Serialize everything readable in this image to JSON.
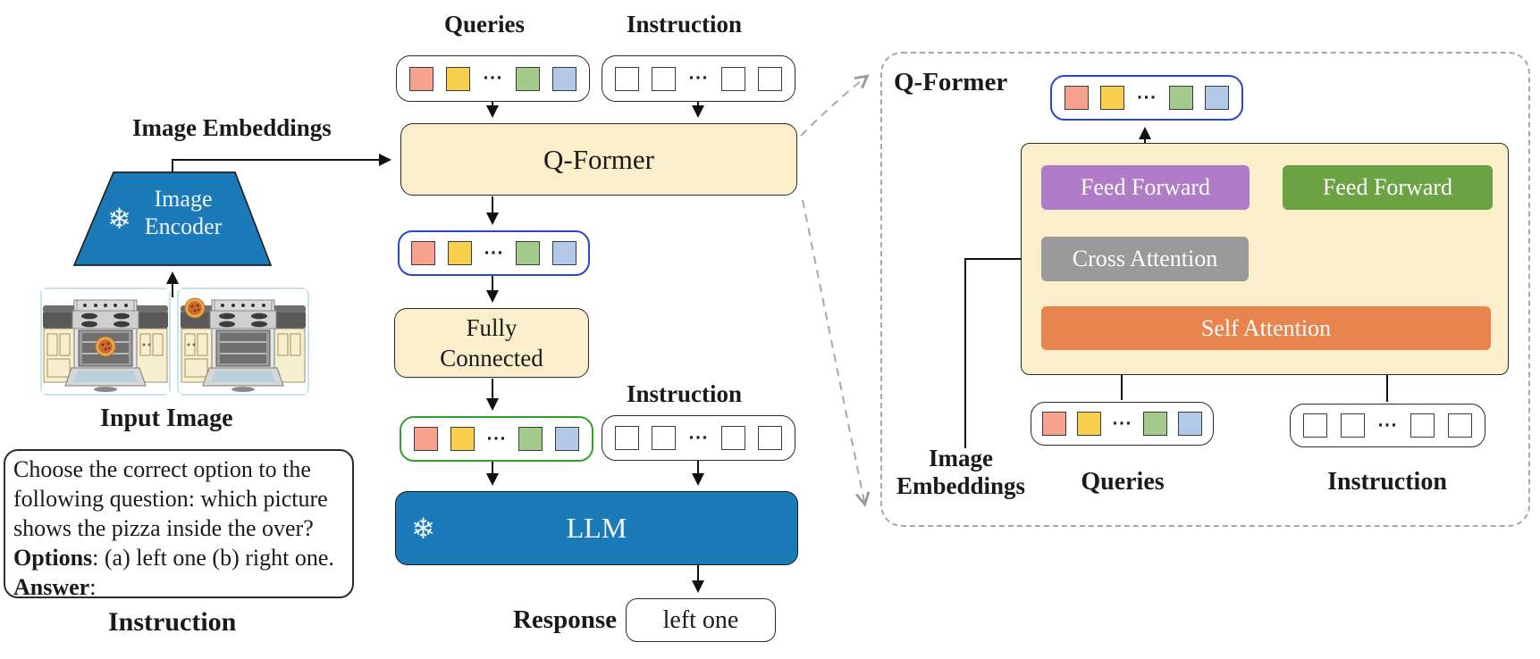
{
  "dots": "···",
  "colors": {
    "cream": "#faeecb",
    "frozen_blue": "#1b7ab8",
    "purple_box": "#b07cc7",
    "green_box": "#6ba344",
    "gray_box": "#9a9a9a",
    "orange_box": "#e8854f",
    "token_salmon": "#f7a28e",
    "token_yellow": "#f8d04d",
    "token_green": "#a5cb8c",
    "token_blue": "#b3c9e9",
    "blue_outline": "#2946d3",
    "green_outline": "#33a02c",
    "dashed_gray": "#a8a8a8"
  },
  "left": {
    "image_embeddings_label": "Image Embeddings",
    "encoder_snowflake": "❄",
    "image_encoder_label": "Image Encoder",
    "input_image_label": "Input Image",
    "instruction_box": {
      "line1": "Choose the correct option to the",
      "line2": "following question: which picture",
      "line3": "shows the pizza inside the over?",
      "options_label": "Options",
      "options_rest": ": (a) left one (b) right one.",
      "answer_label": "Answer",
      "answer_rest": ":"
    },
    "instruction_label": "Instruction"
  },
  "middle": {
    "queries_label": "Queries",
    "instruction_label_top": "Instruction",
    "qformer_label": "Q-Former",
    "fully_connected_label": "Fully Connected",
    "instruction_label_bottom": "Instruction",
    "llm_snowflake": "❄",
    "llm_label": "LLM",
    "response_label": "Response",
    "response_value": "left one"
  },
  "right": {
    "qformer_label": "Q-Former",
    "feed_forward_left_label": "Feed Forward",
    "feed_forward_right_label": "Feed Forward",
    "cross_attention_label": "Cross Attention",
    "self_attention_label": "Self Attention",
    "image_embeddings_label": "Image Embeddings",
    "queries_label": "Queries",
    "instruction_label": "Instruction"
  }
}
